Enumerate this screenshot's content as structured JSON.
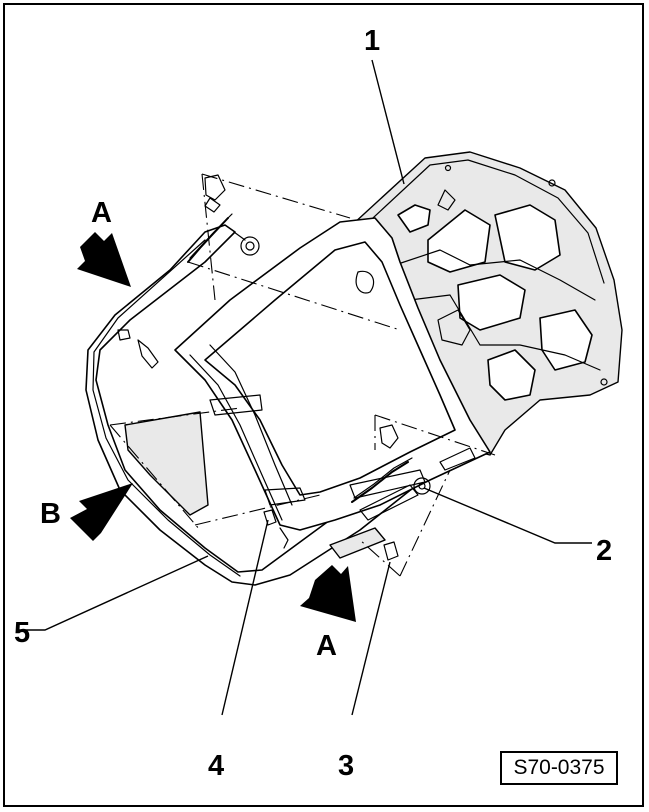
{
  "figure": {
    "reference": "S70-0375",
    "callouts": [
      {
        "id": "1",
        "label": "1"
      },
      {
        "id": "2",
        "label": "2"
      },
      {
        "id": "3",
        "label": "3"
      },
      {
        "id": "4",
        "label": "4"
      },
      {
        "id": "5",
        "label": "5"
      }
    ],
    "view_arrows": [
      {
        "id": "a-top",
        "label": "A"
      },
      {
        "id": "b-left",
        "label": "B"
      },
      {
        "id": "a-bottom",
        "label": "A"
      }
    ]
  }
}
